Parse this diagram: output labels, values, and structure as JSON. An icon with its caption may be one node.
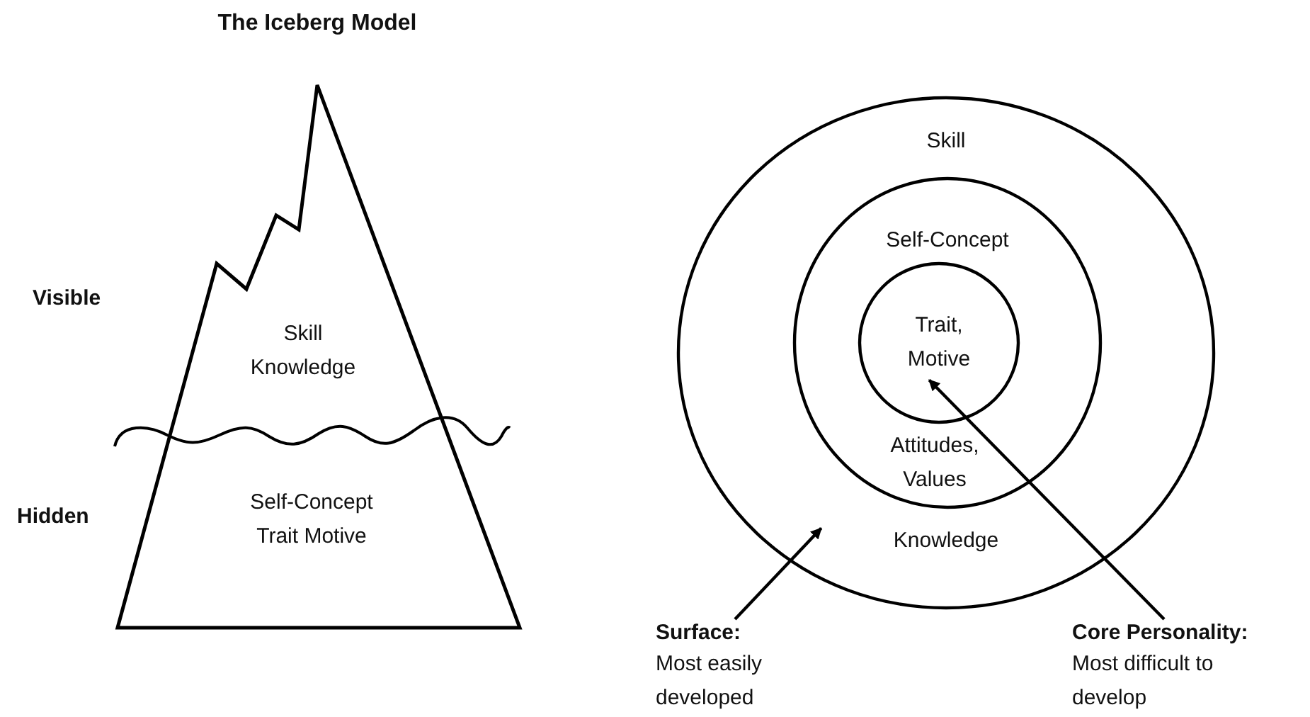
{
  "diagram": {
    "title": "The Iceberg Model",
    "nodes": [
      {
        "text": [
          "Skill Knowledge",
          "Self-Concept Trait Motive"
        ]
      },
      {
        "text": [
          "Skill",
          "Knowledge"
        ]
      },
      {
        "text": [
          "Self-Concept",
          "Attitudes, Values"
        ],
        "in": 1
      },
      {
        "text": [
          "Trait, Motive"
        ],
        "in": 2
      },
      {
        "text": [
          "Surface:",
          "Most easily developed"
        ]
      },
      {
        "text": [
          "Core Personality:",
          "Most difficult to develop"
        ]
      }
    ],
    "edges": [
      {
        "from": 4,
        "to": 1,
        "arrow": "to"
      },
      {
        "from": 5,
        "to": 3,
        "arrow": "to"
      }
    ],
    "labels": [
      "Visible",
      "Hidden"
    ]
  }
}
